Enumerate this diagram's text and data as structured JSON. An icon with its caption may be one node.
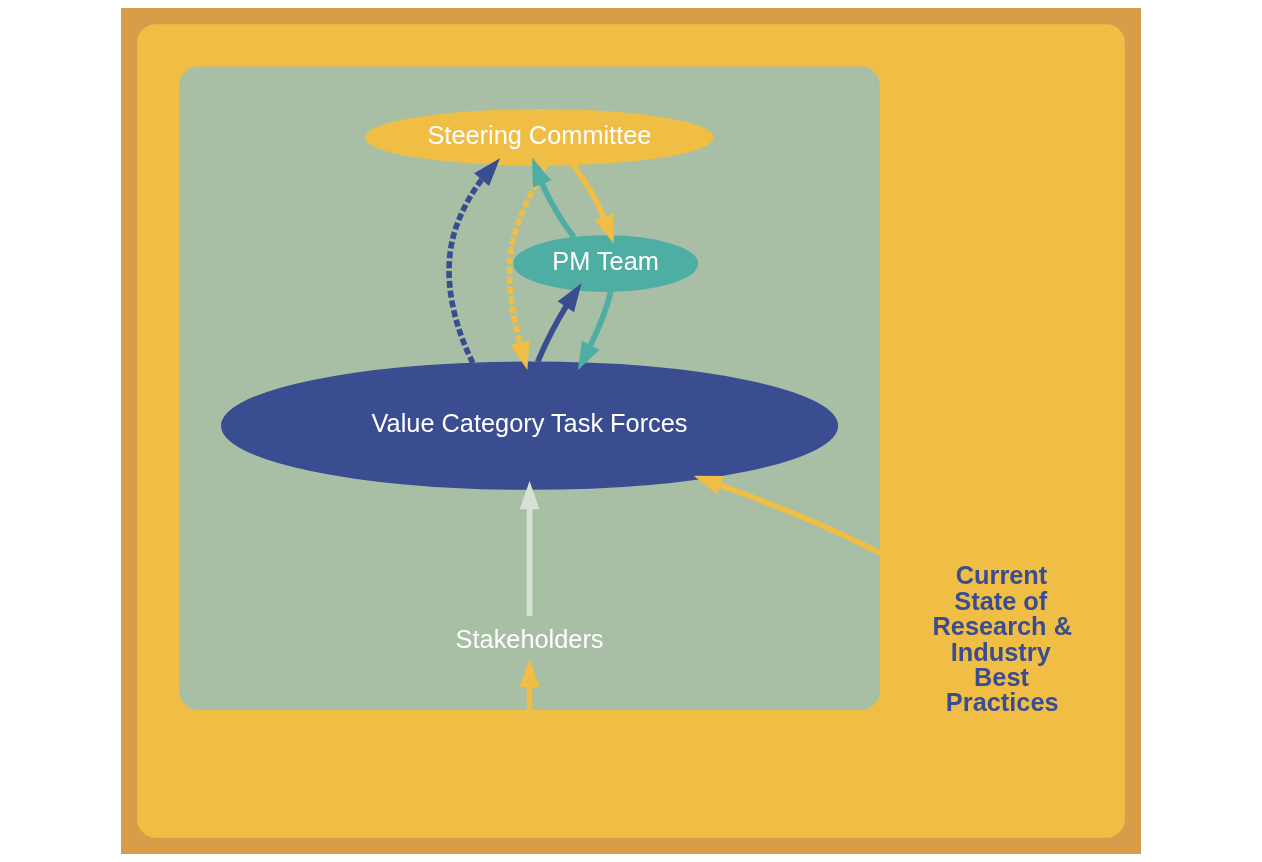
{
  "diagram": {
    "nodes": [
      {
        "text": [],
        "shape": "ellipse"
      },
      {
        "text": [
          "Current State of Research & Industry Best Practices"
        ],
        "in": 0
      },
      {
        "text": [],
        "shape": "ellipse",
        "in": 0
      },
      {
        "text": [
          "Steering Committee"
        ],
        "in": 2
      },
      {
        "text": [
          "PM Team"
        ],
        "in": 2
      },
      {
        "text": [
          "Value Category Task Forces"
        ],
        "in": 2
      },
      {
        "text": [
          "Stakeholders"
        ],
        "in": 2
      }
    ],
    "edges": [
      {
        "from": 1,
        "to": 5,
        "arrow": "to",
        "color": "#f0be45"
      },
      {
        "from": 5,
        "to": 3,
        "arrow": "to",
        "style": "dashed",
        "color": "#3a4d91"
      },
      {
        "from": 3,
        "to": 5,
        "arrow": "to",
        "style": "dashed",
        "color": "#f0be45"
      },
      {
        "from": 4,
        "to": 3,
        "arrow": "to",
        "color": "#4faea3"
      },
      {
        "from": 3,
        "to": 4,
        "arrow": "to",
        "color": "#f0be45"
      },
      {
        "from": 5,
        "to": 4,
        "arrow": "to",
        "color": "#3a4d91"
      },
      {
        "from": 4,
        "to": 5,
        "arrow": "to",
        "color": "#4faea3"
      },
      {
        "from": 6,
        "to": 5,
        "arrow": "to",
        "color": "#d6e2d3"
      },
      {
        "from": null,
        "to": 6,
        "arrow": "to",
        "color": "#f0be45"
      }
    ]
  }
}
